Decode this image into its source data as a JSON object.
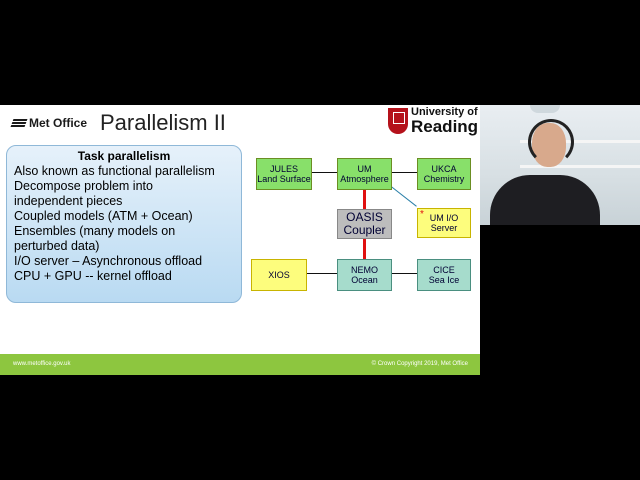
{
  "slide": {
    "brand": "Met Office",
    "title": "Parallelism II",
    "uni_line1": "University of",
    "uni_line2": "Reading",
    "task_box": {
      "heading": "Task parallelism",
      "lines": [
        "Also known as functional parallelism",
        "Decompose problem into",
        "independent pieces",
        "Coupled models (ATM + Ocean)",
        "Ensembles (many models on",
        "perturbed data)",
        "I/O server – Asynchronous offload",
        "CPU + GPU -- kernel offload"
      ]
    },
    "diagram": {
      "jules": [
        "JULES",
        "Land Surface"
      ],
      "um": [
        "UM",
        "Atmosphere"
      ],
      "ukca": [
        "UKCA",
        "Chemistry"
      ],
      "oasis": [
        "OASIS",
        "Coupler"
      ],
      "umio": [
        "UM I/O",
        "Server"
      ],
      "xios": "XIOS",
      "nemo": [
        "NEMO",
        "Ocean"
      ],
      "cice": [
        "CICE",
        "Sea Ice"
      ],
      "star": "*"
    },
    "footer_left": "www.metoffice.gov.uk",
    "footer_right": "© Crown Copyright 2019, Met Office"
  }
}
